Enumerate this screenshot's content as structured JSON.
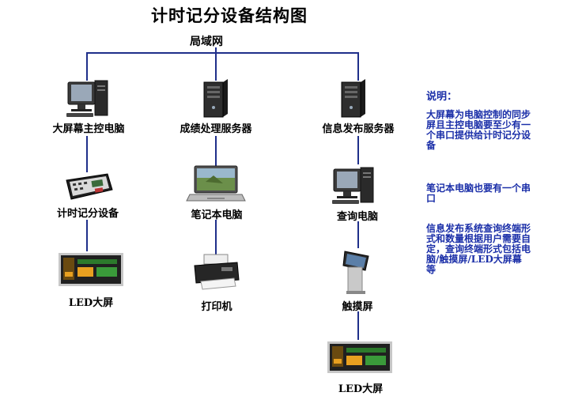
{
  "title": "计时记分设备结构图",
  "network": {
    "label": "局域网"
  },
  "columns": [
    {
      "nodes": [
        {
          "label": "大屏幕主控电脑",
          "icon": "desktop-pc-icon"
        },
        {
          "label": "计时记分设备",
          "icon": "timing-device-icon"
        },
        {
          "label": "LED大屏",
          "icon": "led-screen-icon"
        }
      ]
    },
    {
      "nodes": [
        {
          "label": "成绩处理服务器",
          "icon": "server-icon"
        },
        {
          "label": "笔记本电脑",
          "icon": "laptop-icon"
        },
        {
          "label": "打印机",
          "icon": "printer-icon"
        }
      ]
    },
    {
      "nodes": [
        {
          "label": "信息发布服务器",
          "icon": "server-icon"
        },
        {
          "label": "查询电脑",
          "icon": "desktop-pc-icon"
        },
        {
          "label": "触摸屏",
          "icon": "touch-kiosk-icon"
        },
        {
          "label": "LED大屏",
          "icon": "led-screen-icon"
        }
      ]
    }
  ],
  "notes": {
    "heading": "说明：",
    "items": [
      "大屏幕为电脑控制的同步屏且主控电脑要至少有一个串口提供给计时记分设备",
      "笔记本电脑也要有一个串口",
      "信息发布系统查询终端形式和数量根据用户需要自定，查询终端形式包括电脑/触摸屏/LED大屏幕等"
    ]
  },
  "colors": {
    "connector": "#1f2f8a",
    "note_text": "#1a2ea8",
    "led_text": "#e8a020"
  }
}
